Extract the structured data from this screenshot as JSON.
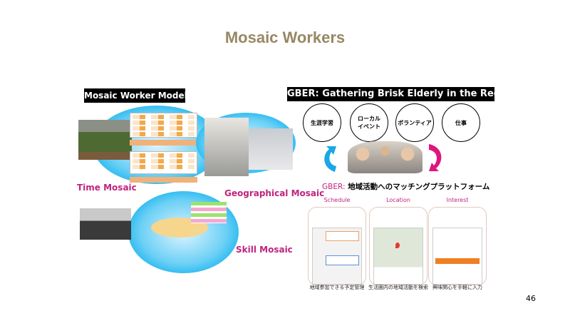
{
  "slide": {
    "title": "Mosaic Workers",
    "page_number": "46"
  },
  "left": {
    "header": "Mosaic Worker Model",
    "time_mosaic": "Time Mosaic",
    "geo_mosaic": "Geographical Mosaic",
    "skill_mosaic": "Skill Mosaic"
  },
  "right": {
    "header": "GBER: Gathering Brisk Elderly in the Region",
    "circles": [
      "生涯学習",
      "ローカル\nイベント",
      "ボランティア",
      "仕事"
    ],
    "platform_prefix": "GBER:",
    "platform_text": "地域活動へのマッチングプラットフォーム",
    "phones": [
      {
        "label": "Schedule",
        "caption": "地域参加できる予定管理"
      },
      {
        "label": "Location",
        "caption": "生活圏内の地域活動を検索"
      },
      {
        "label": "Interest",
        "caption": "興味関心を手軽に入力"
      }
    ],
    "arrow_colors": {
      "left": "#1aa7e6",
      "right": "#e0157e"
    }
  }
}
